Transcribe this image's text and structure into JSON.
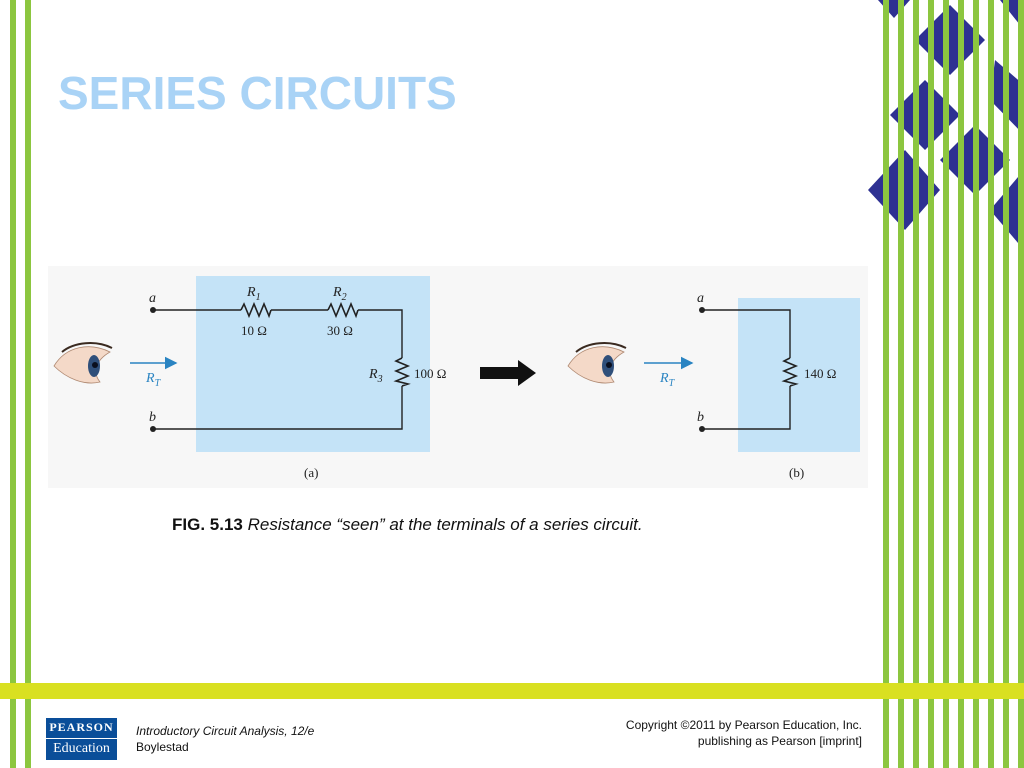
{
  "slide": {
    "title": "SERIES CIRCUITS"
  },
  "figure": {
    "panel_a": {
      "terminal_top": "a",
      "terminal_bottom": "b",
      "rt_label": "R",
      "rt_sub": "T",
      "r1_name": "R",
      "r1_sub": "1",
      "r1_value": "10 Ω",
      "r2_name": "R",
      "r2_sub": "2",
      "r2_value": "30 Ω",
      "r3_name": "R",
      "r3_sub": "3",
      "r3_value": "100 Ω",
      "panel_label": "(a)"
    },
    "panel_b": {
      "terminal_top": "a",
      "terminal_bottom": "b",
      "rt_label": "R",
      "rt_sub": "T",
      "req_value": "140 Ω",
      "panel_label": "(b)"
    },
    "colors": {
      "highlight": "#c4e3f7",
      "arrow": "#2a84c2",
      "wire": "#222222"
    }
  },
  "caption": {
    "number": "FIG. 5.13",
    "text": "Resistance “seen” at the terminals of a series circuit."
  },
  "footer": {
    "logo_top": "PEARSON",
    "logo_bottom": "Education",
    "book_title": "Introductory Circuit Analysis, 12/e",
    "author": "Boylestad",
    "copyright_line1": "Copyright ©2011 by Pearson Education, Inc.",
    "copyright_line2": "publishing as Pearson [imprint]"
  }
}
